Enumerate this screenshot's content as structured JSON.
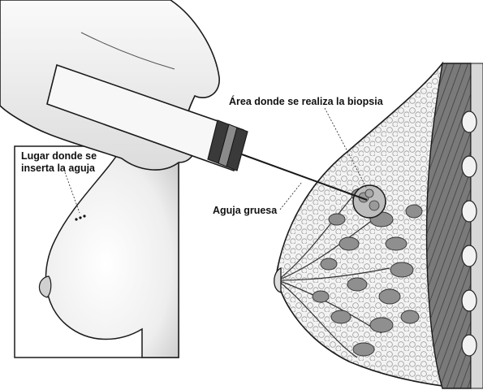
{
  "labels": {
    "biopsy_area": "Área donde se realiza la biopsia",
    "insert_site_line1": "Lugar donde se",
    "insert_site_line2": "inserta la aguja",
    "needle": "Aguja gruesa"
  },
  "colors": {
    "line": "#1a1a1a",
    "tissue": "#e9e9e9",
    "lobule": "#8f8f8f",
    "muscle": "#6f6f6f",
    "skin": "#f4f4f4"
  }
}
